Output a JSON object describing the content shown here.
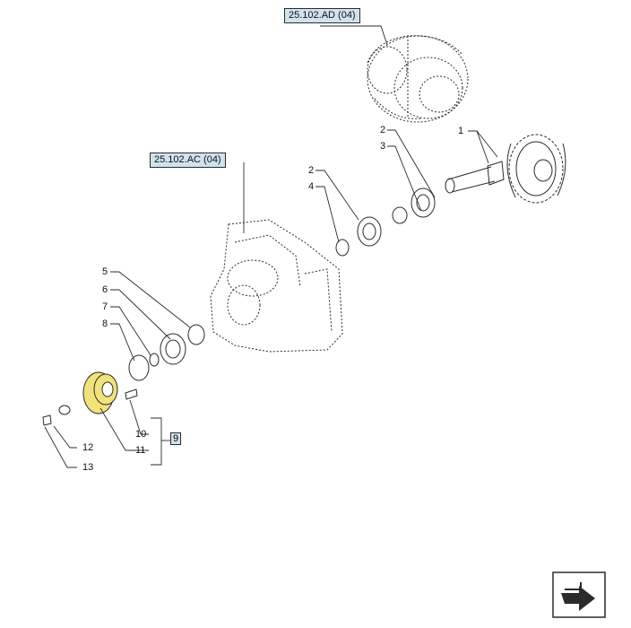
{
  "references": {
    "differential": "25.102.AD (04)",
    "housing": "25.102.AC (04)"
  },
  "callouts": [
    "1",
    "2",
    "3",
    "2",
    "4",
    "5",
    "6",
    "7",
    "8",
    "10",
    "11",
    "12",
    "13"
  ],
  "group_label": "9",
  "colors": {
    "line": "#2b2b2b",
    "highlight": "#f2e27a",
    "reference_fill": "#cfe3ef"
  },
  "icons": {
    "nav": "next-page-arrow-icon"
  }
}
